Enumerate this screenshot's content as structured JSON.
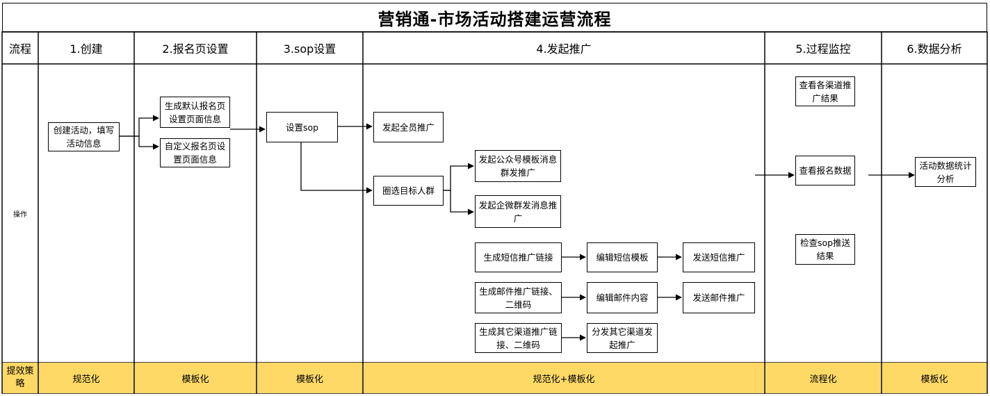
{
  "title": "营销通-市场活动搭建运营流程",
  "header": {
    "label": "流程",
    "stages": [
      "1.创建",
      "2.报名页设置",
      "3.sop设置",
      "4.发起推广",
      "5.过程监控",
      "6.数据分析"
    ]
  },
  "row_label": "操作",
  "footer": {
    "label": "提效策略",
    "strategies": [
      "规范化",
      "模板化",
      "模板化",
      "规范化+模板化",
      "流程化",
      "模板化"
    ]
  },
  "nodes": {
    "create": "创建活动，填写活动信息",
    "default_page": "生成默认报名页设置页面信息",
    "custom_page": "自定义报名页设置页面信息",
    "set_sop": "设置sop",
    "all_staff": "发起全员推广",
    "target_crowd": "圈选目标人群",
    "wechat_template": "发起公众号模板消息群发推广",
    "wecom_group": "发起企微群发消息推广",
    "sms_link": "生成短信推广链接",
    "sms_template": "编辑短信模板",
    "sms_send": "发送短信推广",
    "mail_link": "生成邮件推广链接、二维码",
    "mail_content": "编辑邮件内容",
    "mail_send": "发送邮件推广",
    "other_link": "生成其它渠道推广链接、二维码",
    "other_send": "分发其它渠道发起推广",
    "channel_results": "查看各渠道推广结果",
    "signup_data": "查看报名数据",
    "sop_results": "检查sop推送结果",
    "stats": "活动数据统计分析"
  }
}
